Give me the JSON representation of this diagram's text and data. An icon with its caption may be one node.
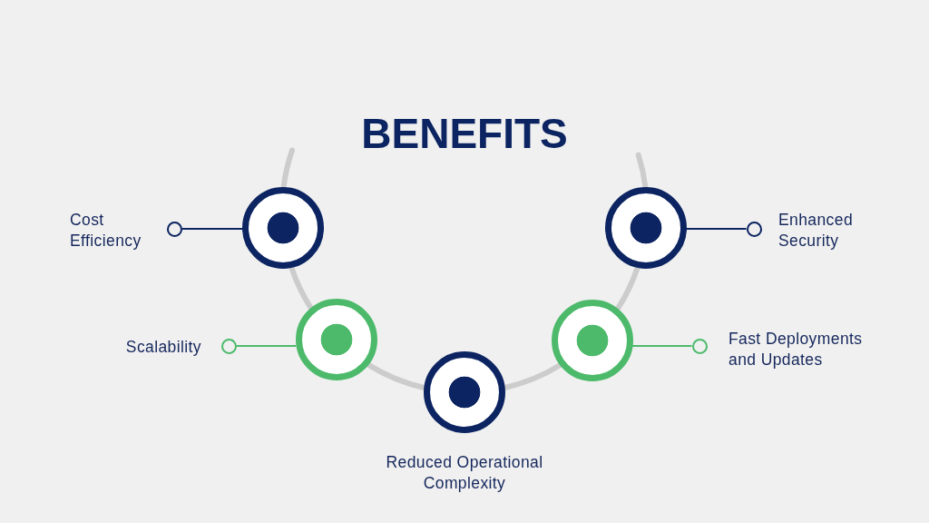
{
  "diagram": {
    "title": "BENEFITS",
    "nodes": [
      {
        "text": [],
        "shape": "circle",
        "beside": [
          "Cost Efficiency"
        ]
      },
      {
        "text": [],
        "shape": "circle"
      },
      {
        "text": [],
        "shape": "circle"
      },
      {
        "text": [],
        "shape": "circle",
        "beside": [
          "Enhanced Security"
        ]
      },
      {
        "text": [],
        "shape": "circle",
        "beside": [
          "Scalability"
        ]
      },
      {
        "text": [],
        "shape": "circle"
      },
      {
        "text": [],
        "shape": "circle"
      },
      {
        "text": [],
        "shape": "circle",
        "beside": [
          "Fast Deployments and Updates"
        ]
      },
      {
        "text": [],
        "shape": "circle",
        "beside": [
          "Reduced Operational Complexity"
        ]
      }
    ],
    "edges": [
      {
        "from": 0,
        "to": 1,
        "arrow": "none",
        "color": "#0c2461"
      },
      {
        "from": 3,
        "to": 2,
        "arrow": "none",
        "color": "#0c2461"
      },
      {
        "from": 4,
        "to": 5,
        "arrow": "none",
        "color": "#4dba6b"
      },
      {
        "from": 7,
        "to": 6,
        "arrow": "none",
        "color": "#4dba6b"
      },
      {
        "from": null,
        "to": 1,
        "arrow": "none"
      },
      {
        "from": 1,
        "to": 5,
        "arrow": "none"
      },
      {
        "from": 5,
        "to": 8,
        "arrow": "none"
      },
      {
        "from": 8,
        "to": 6,
        "arrow": "none"
      },
      {
        "from": 6,
        "to": 2,
        "arrow": "none"
      },
      {
        "from": 2,
        "to": null,
        "arrow": "none"
      }
    ]
  }
}
